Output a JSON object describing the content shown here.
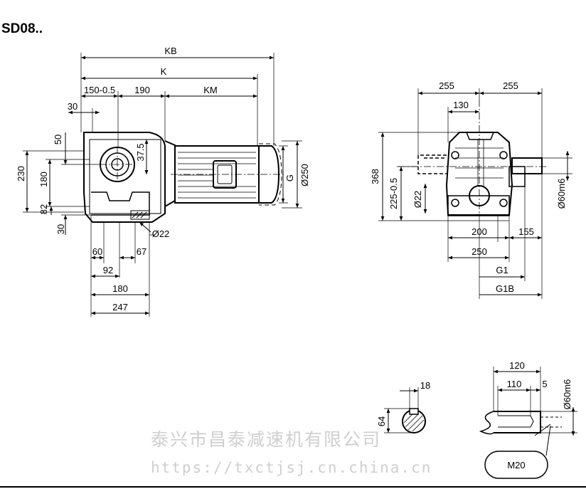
{
  "title": "SD08..",
  "watermark": {
    "company": "泰兴市昌泰减速机有限公司",
    "url": "https://txctjsj.cn.china.cn"
  },
  "colors": {
    "line": "#000000",
    "watermark": "#cfcfcf"
  },
  "side_view": {
    "KB": "KB",
    "K": "K",
    "d150": "150-0.5",
    "d190": "190",
    "KM": "KM",
    "d30_top": "30",
    "d50": "50",
    "d37_5": "37.5",
    "d230": "230",
    "d180_v": "180",
    "d82": "82",
    "d30_bot": "30",
    "G": "G",
    "d250": "Ø250",
    "d22": "Ø22",
    "d60": "60",
    "d67": "67",
    "d92": "92",
    "d180_h": "180",
    "d247": "247"
  },
  "front_view": {
    "d255_left": "255",
    "d255_right": "255",
    "d130": "130",
    "d368": "368",
    "d225": "225-0.5",
    "d22": "Ø22",
    "d60m6": "Ø60m6",
    "d200": "200",
    "d155": "155",
    "d250": "250",
    "G1": "G1",
    "G1B": "G1B"
  },
  "keyway": {
    "d18": "18",
    "d64": "64"
  },
  "shaft": {
    "d120": "120",
    "d110": "110",
    "d5": "5",
    "d60m6": "Ø60m6",
    "thread": "M20"
  }
}
